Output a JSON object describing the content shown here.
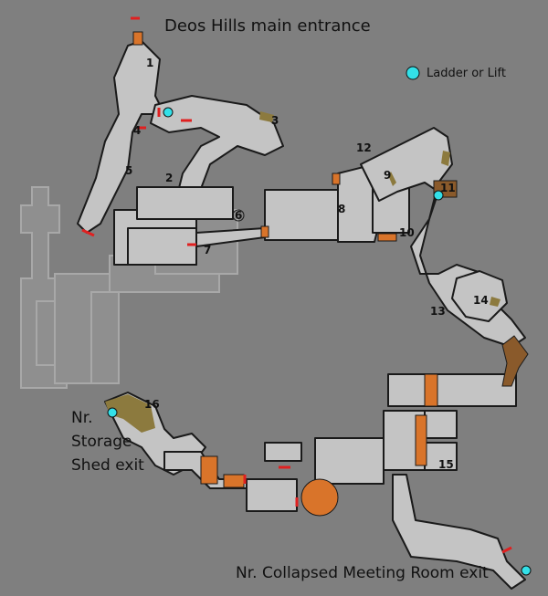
{
  "labels": {
    "main_entrance": "Deos Hills main entrance",
    "legend": "Ladder or Lift",
    "storage_exit": [
      "Nr.",
      "Storage",
      "Shed exit"
    ],
    "meeting_exit": "Nr. Collapsed Meeting Room exit"
  },
  "markers": [
    "1",
    "2",
    "3",
    "4",
    "5",
    "6",
    "7",
    "8",
    "9",
    "10",
    "11",
    "12",
    "13",
    "14",
    "15",
    "16"
  ],
  "colors": {
    "background": "#7f7f7f",
    "floor": "#c4c4c4",
    "wall": "#1a1a1a",
    "ghost": "#9a9a9a",
    "stairs": "#d9742a",
    "slope": "#8a5a2b",
    "moss": "#8c7a3e",
    "door": "#e02020",
    "ladder": "#33e0e8"
  },
  "icons": {
    "ladder": "ladder-lift-icon"
  }
}
